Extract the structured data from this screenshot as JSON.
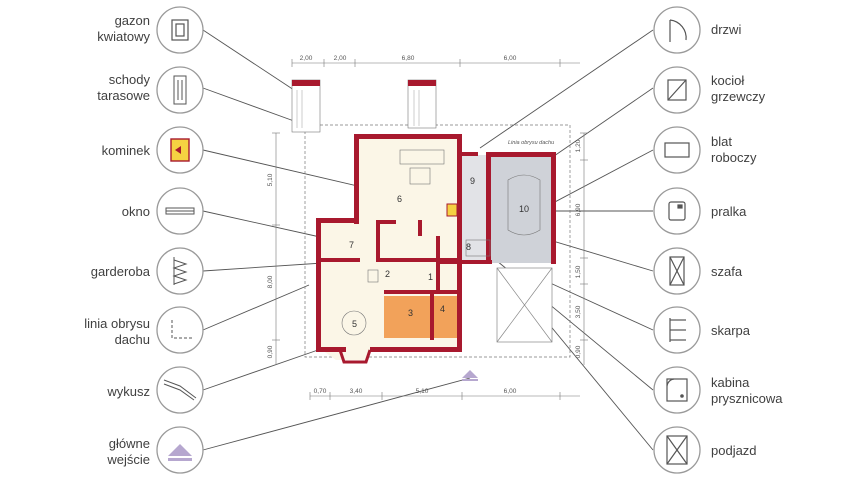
{
  "legend_left": [
    {
      "id": "gazon",
      "lines": [
        "gazon",
        "kwiatowy"
      ],
      "icon": "flower-bed-icon"
    },
    {
      "id": "schody",
      "lines": [
        "schody",
        "tarasowe"
      ],
      "icon": "terrace-stairs-icon"
    },
    {
      "id": "kominek",
      "lines": [
        "kominek"
      ],
      "icon": "fireplace-icon"
    },
    {
      "id": "okno",
      "lines": [
        "okno"
      ],
      "icon": "window-icon"
    },
    {
      "id": "garderoba",
      "lines": [
        "garderoba"
      ],
      "icon": "wardrobe-icon"
    },
    {
      "id": "linia",
      "lines": [
        "linia obrysu",
        "dachu"
      ],
      "icon": "roof-outline-icon"
    },
    {
      "id": "wykusz",
      "lines": [
        "wykusz"
      ],
      "icon": "bay-window-icon"
    },
    {
      "id": "wejscie",
      "lines": [
        "główne",
        "wejście"
      ],
      "icon": "main-entrance-icon"
    }
  ],
  "legend_right": [
    {
      "id": "drzwi",
      "lines": [
        "drzwi"
      ],
      "icon": "door-icon"
    },
    {
      "id": "kociol",
      "lines": [
        "kocioł",
        "grzewczy"
      ],
      "icon": "boiler-icon"
    },
    {
      "id": "blat",
      "lines": [
        "blat",
        "roboczy"
      ],
      "icon": "worktop-icon"
    },
    {
      "id": "pralka",
      "lines": [
        "pralka"
      ],
      "icon": "washing-machine-icon"
    },
    {
      "id": "szafa",
      "lines": [
        "szafa"
      ],
      "icon": "closet-icon"
    },
    {
      "id": "skarpa",
      "lines": [
        "skarpa"
      ],
      "icon": "slope-icon"
    },
    {
      "id": "kabina",
      "lines": [
        "kabina",
        "prysznicowa"
      ],
      "icon": "shower-cabin-icon"
    },
    {
      "id": "podjazd",
      "lines": [
        "podjazd"
      ],
      "icon": "driveway-icon"
    }
  ],
  "plan": {
    "roof_line_label": "Linia obrysu dachu",
    "dims_top": [
      "2,00",
      "2,00",
      "6,80",
      "6,00"
    ],
    "dims_bottom": [
      "0,70",
      "3,40",
      "5,10",
      "6,00"
    ],
    "dims_left": [
      "5,10",
      "8,00",
      "0,90"
    ],
    "dims_right": [
      "1,20",
      "6,90",
      "1,50",
      "3,50",
      "0,90"
    ],
    "rooms": [
      "1",
      "2",
      "3",
      "4",
      "5",
      "6",
      "7",
      "8",
      "9",
      "10"
    ]
  },
  "colors": {
    "wall": "#a8192e",
    "kitchen": "#f2a25a",
    "garage": "#cfd2d8",
    "floor": "#fbf6e7",
    "entrance": "#b6a7cf",
    "circle_stroke": "#9a9a9a"
  }
}
